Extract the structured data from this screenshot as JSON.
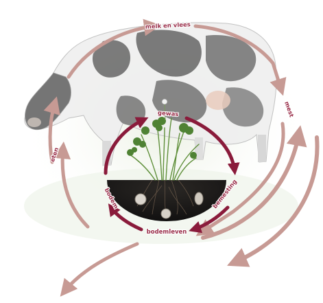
{
  "diagram": {
    "labels": {
      "milk_meat": "melk en vlees",
      "manure": "mest",
      "fertilization": "bemesting",
      "soil_life": "bodemleven",
      "soil": "bodem",
      "crop": "gewas",
      "feed": "eten"
    }
  },
  "colors": {
    "outer_arrow": "#c79a94",
    "inner_arrow": "#8a1b3b",
    "label_text": "#9a2f4a",
    "soil": "#1c1a18",
    "grass": "#5f8f3a",
    "cow_dark": "#6f6f6f",
    "cow_light": "#efefef",
    "background_wash": "#e9efe0"
  }
}
